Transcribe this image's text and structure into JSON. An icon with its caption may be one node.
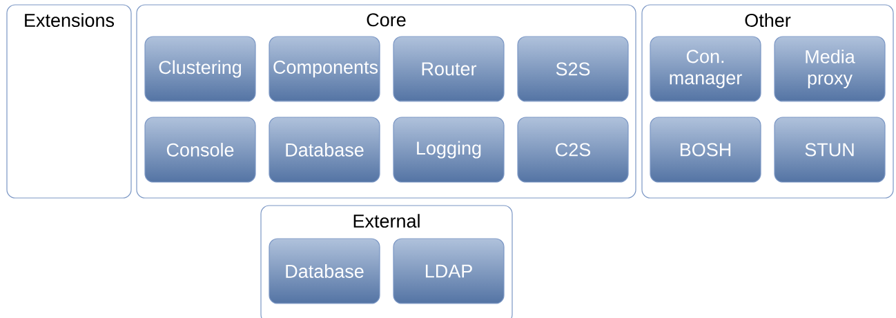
{
  "diagram": {
    "nodes": [
      {
        "text": [
          "Extensions"
        ]
      },
      {
        "text": [
          "Core"
        ]
      },
      {
        "text": [
          "Clustering"
        ],
        "in": 1
      },
      {
        "text": [
          "Components"
        ],
        "in": 1
      },
      {
        "text": [
          "Router"
        ],
        "in": 1
      },
      {
        "text": [
          "S2S"
        ],
        "in": 1
      },
      {
        "text": [
          "Console"
        ],
        "in": 1
      },
      {
        "text": [
          "Database"
        ],
        "in": 1
      },
      {
        "text": [
          "Logging"
        ],
        "in": 1
      },
      {
        "text": [
          "C2S"
        ],
        "in": 1
      },
      {
        "text": [
          "Other"
        ]
      },
      {
        "text": [
          "Con. manager"
        ],
        "in": 10
      },
      {
        "text": [
          "Media proxy"
        ],
        "in": 10
      },
      {
        "text": [
          "BOSH"
        ],
        "in": 10
      },
      {
        "text": [
          "STUN"
        ],
        "in": 10
      },
      {
        "text": [
          "External"
        ]
      },
      {
        "text": [
          "Database"
        ],
        "in": 15
      },
      {
        "text": [
          "LDAP"
        ],
        "in": 15
      }
    ]
  }
}
